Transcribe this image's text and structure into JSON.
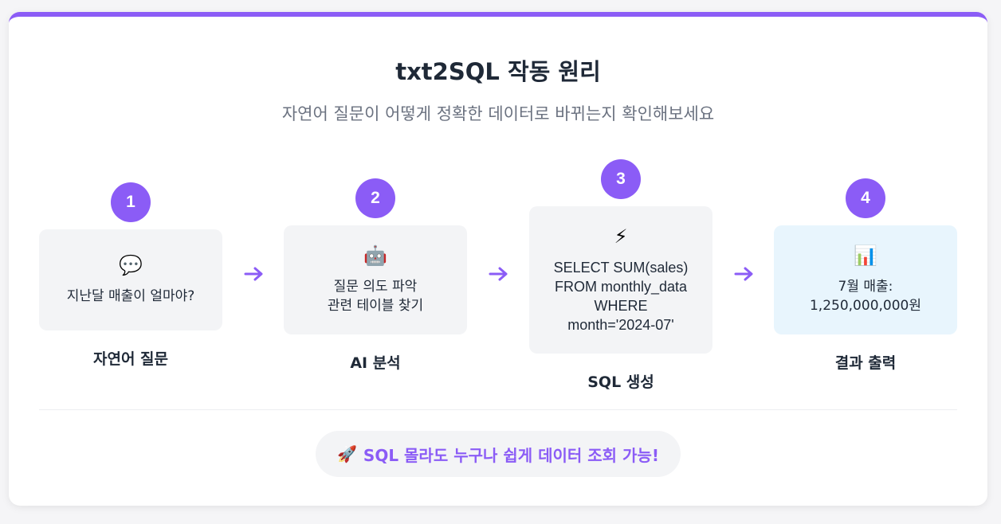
{
  "title": "txt2SQL 작동 원리",
  "subtitle": "자연어 질문이 어떻게 정확한 데이터로 바뀌는지 확인해보세요",
  "colors": {
    "accent": "#8b5cf6",
    "box": "#f3f4f6",
    "result_box": "#e8f5fd"
  },
  "steps": [
    {
      "number": "1",
      "icon": "speech-bubble",
      "glyph": "💬",
      "text": "지난달 매출이 얼마야?",
      "label": "자연어 질문"
    },
    {
      "number": "2",
      "icon": "robot",
      "glyph": "🤖",
      "text": "질문 의도 파악\n관련 테이블 찾기",
      "label": "AI 분석"
    },
    {
      "number": "3",
      "icon": "lightning",
      "glyph": "⚡",
      "text": "SELECT SUM(sales)\nFROM monthly_data\nWHERE\nmonth='2024-07'",
      "label": "SQL 생성"
    },
    {
      "number": "4",
      "icon": "bar-chart",
      "glyph": "📊",
      "text": "7월 매출:\n1,250,000,000원",
      "label": "결과 출력"
    }
  ],
  "footer": {
    "icon": "rocket",
    "glyph": "🚀",
    "text": "SQL 몰라도 누구나 쉽게 데이터 조회 가능!"
  }
}
